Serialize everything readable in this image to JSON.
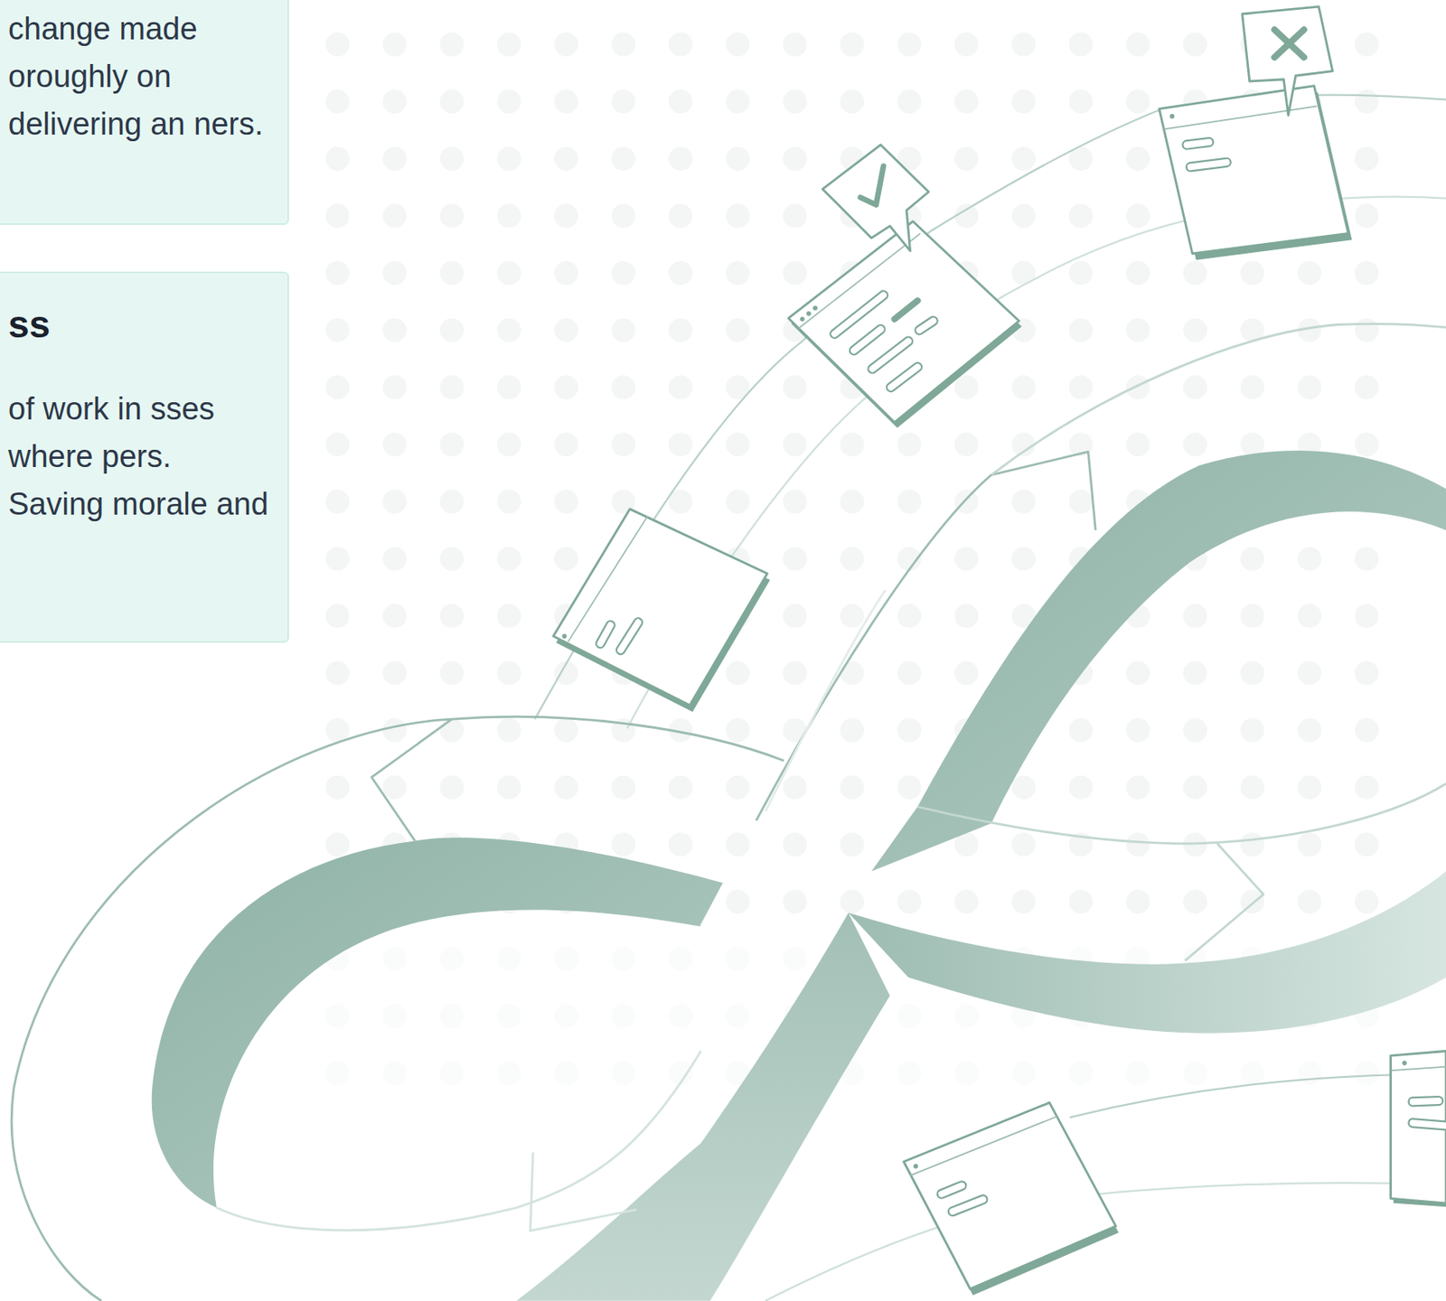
{
  "diagram": {
    "nodes": [
      {
        "text": [
          "change made oroughly on delivering an ners."
        ]
      },
      {
        "text": [
          "ss",
          "of work in sses where pers. Saving morale and"
        ]
      }
    ],
    "edges": []
  }
}
